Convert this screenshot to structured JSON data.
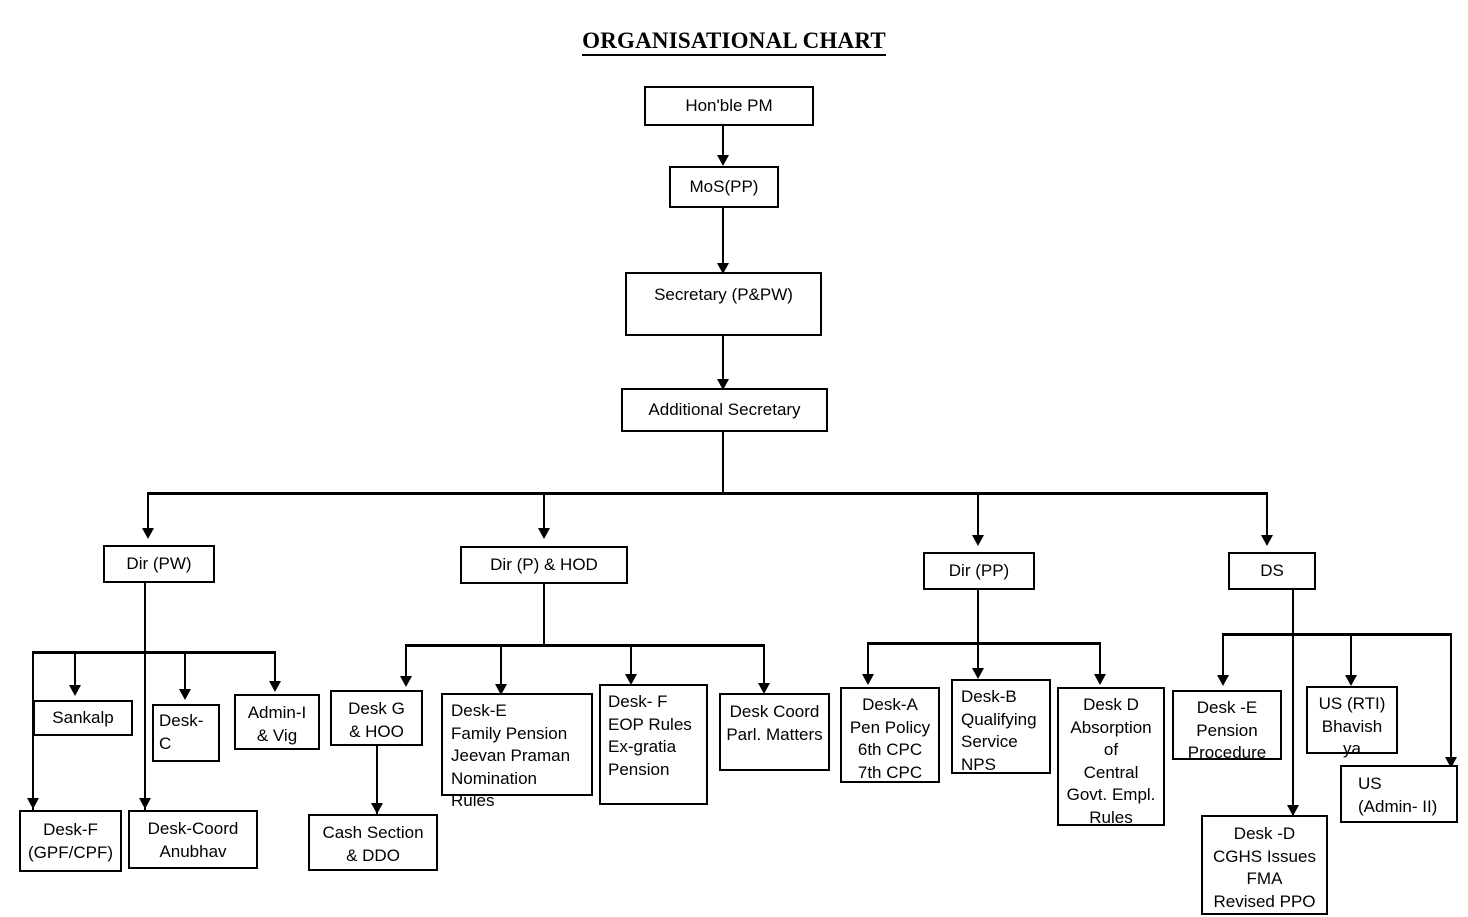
{
  "title": "ORGANISATIONAL CHART",
  "nodes": {
    "pm": "Hon'ble PM",
    "mos": "MoS(PP)",
    "secretary": "Secretary (P&PW)",
    "addl_secretary": "Additional Secretary",
    "dir_pw": "Dir (PW)",
    "dir_p_hod": "Dir (P) & HOD",
    "dir_pp": "Dir (PP)",
    "ds": "DS",
    "sankalp": "Sankalp",
    "desk_c": "Desk-C",
    "admin_i_vig": "Admin-I\n& Vig",
    "desk_f_gpf": "Desk-F\n(GPF/CPF)",
    "desk_coord_anubhav": "Desk-Coord\nAnubhav",
    "desk_g_hoo": "Desk G\n& HOO",
    "cash_section_ddo": "Cash Section\n& DDO",
    "desk_e_family": "Desk-E\nFamily Pension\nJeevan Praman\nNomination\nRules",
    "desk_f_eop": "Desk- F\nEOP Rules\nEx-gratia\nPension",
    "desk_coord_parl": "Desk Coord\nParl. Matters",
    "desk_a": "Desk-A\nPen Policy\n6th CPC\n7th CPC",
    "desk_b": "Desk-B\nQualifying\nService\nNPS",
    "desk_d_absorption": "Desk D\nAbsorption\nof\nCentral\nGovt. Empl.\nRules",
    "desk_e_pension": "Desk -E\nPension\nProcedure",
    "us_rti": "US (RTI)\nBhavish\nya",
    "us_admin_ii": "US\n(Admin- II)",
    "desk_d_cghs": "Desk -D\nCGHS Issues\nFMA\nRevised PPO"
  },
  "chart_data": {
    "type": "diagram",
    "title": "ORGANISATIONAL CHART",
    "orientation": "top-down",
    "edges": [
      {
        "from": "Hon'ble PM",
        "to": "MoS(PP)"
      },
      {
        "from": "MoS(PP)",
        "to": "Secretary (P&PW)"
      },
      {
        "from": "Secretary (P&PW)",
        "to": "Additional Secretary"
      },
      {
        "from": "Additional Secretary",
        "to": "Dir (PW)"
      },
      {
        "from": "Additional Secretary",
        "to": "Dir (P) & HOD"
      },
      {
        "from": "Additional Secretary",
        "to": "Dir (PP)"
      },
      {
        "from": "Additional Secretary",
        "to": "DS"
      },
      {
        "from": "Dir (PW)",
        "to": "Sankalp"
      },
      {
        "from": "Dir (PW)",
        "to": "Desk-C"
      },
      {
        "from": "Dir (PW)",
        "to": "Admin-I & Vig"
      },
      {
        "from": "Dir (PW)",
        "to": "Desk-Coord Anubhav"
      },
      {
        "from": "Sankalp",
        "to": "Desk-F (GPF/CPF)"
      },
      {
        "from": "Dir (P) & HOD",
        "to": "Desk G & HOO"
      },
      {
        "from": "Dir (P) & HOD",
        "to": "Desk-E Family Pension"
      },
      {
        "from": "Dir (P) & HOD",
        "to": "Desk- F EOP Rules"
      },
      {
        "from": "Dir (P) & HOD",
        "to": "Desk Coord Parl. Matters"
      },
      {
        "from": "Desk G & HOO",
        "to": "Cash Section & DDO"
      },
      {
        "from": "Dir (PP)",
        "to": "Desk-A"
      },
      {
        "from": "Dir (PP)",
        "to": "Desk-B"
      },
      {
        "from": "Dir (PP)",
        "to": "Desk D Absorption"
      },
      {
        "from": "DS",
        "to": "Desk -E Pension Procedure"
      },
      {
        "from": "DS",
        "to": "US (RTI) Bhavishya"
      },
      {
        "from": "DS",
        "to": "US (Admin- II)"
      },
      {
        "from": "DS",
        "to": "Desk -D CGHS Issues"
      }
    ]
  }
}
